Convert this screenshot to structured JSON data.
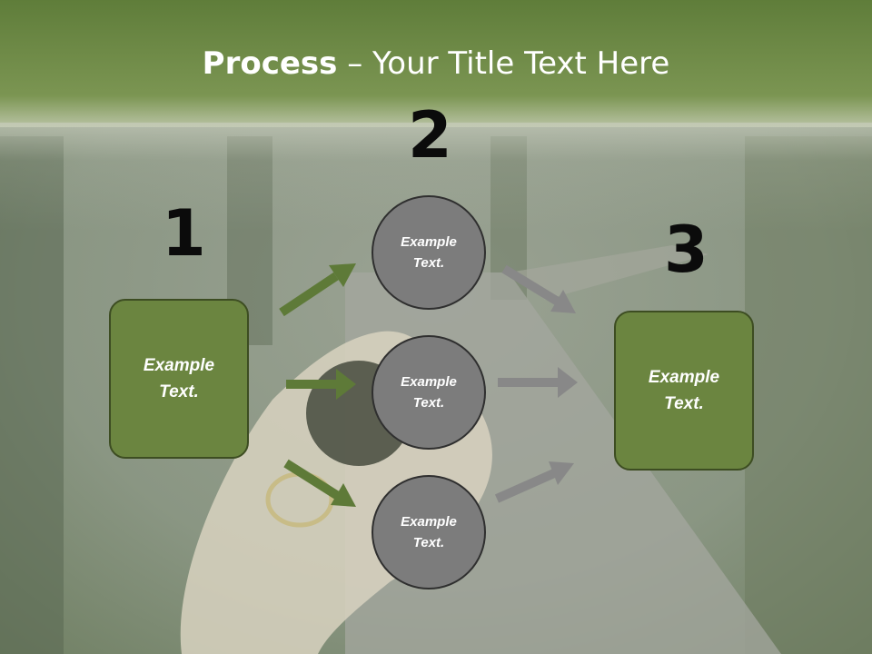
{
  "slide": {
    "title_bold": "Process",
    "title_separator": " – ",
    "title_rest": "Your Title Text Here",
    "colors": {
      "header_green": "#6c8a45",
      "box_green": "#6b8540",
      "circle_gray": "#7c7c7c",
      "arrow_green": "#5e7a38",
      "arrow_gray": "#888888"
    },
    "numbers": [
      "1",
      "2",
      "3"
    ],
    "left_box": {
      "text": "Example Text."
    },
    "right_box": {
      "text": "Example Text."
    },
    "circles": [
      {
        "text": "Example Text."
      },
      {
        "text": "Example Text."
      },
      {
        "text": "Example Text."
      }
    ],
    "icons": {
      "green_arrows": "arrow-right-icon",
      "gray_arrows": "arrow-right-icon"
    }
  }
}
